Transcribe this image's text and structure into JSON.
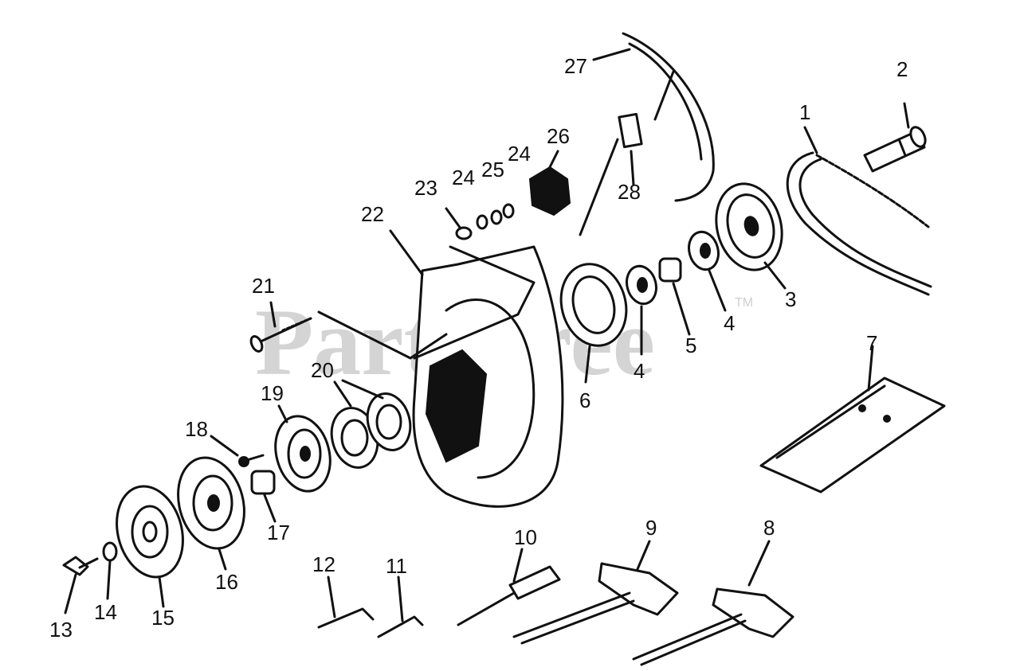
{
  "watermark": {
    "text": "PartsTree",
    "trademark": "TM"
  },
  "callouts": [
    {
      "id": "c1",
      "text": "1"
    },
    {
      "id": "c2",
      "text": "2"
    },
    {
      "id": "c3",
      "text": "3"
    },
    {
      "id": "c4a",
      "text": "4"
    },
    {
      "id": "c4b",
      "text": "4"
    },
    {
      "id": "c5",
      "text": "5"
    },
    {
      "id": "c6",
      "text": "6"
    },
    {
      "id": "c7",
      "text": "7"
    },
    {
      "id": "c8",
      "text": "8"
    },
    {
      "id": "c9",
      "text": "9"
    },
    {
      "id": "c10",
      "text": "10"
    },
    {
      "id": "c11",
      "text": "11"
    },
    {
      "id": "c12",
      "text": "12"
    },
    {
      "id": "c13",
      "text": "13"
    },
    {
      "id": "c14",
      "text": "14"
    },
    {
      "id": "c15",
      "text": "15"
    },
    {
      "id": "c16",
      "text": "16"
    },
    {
      "id": "c17",
      "text": "17"
    },
    {
      "id": "c18",
      "text": "18"
    },
    {
      "id": "c19",
      "text": "19"
    },
    {
      "id": "c20",
      "text": "20"
    },
    {
      "id": "c21",
      "text": "21"
    },
    {
      "id": "c22",
      "text": "22"
    },
    {
      "id": "c23",
      "text": "23"
    },
    {
      "id": "c24a",
      "text": "24"
    },
    {
      "id": "c24b",
      "text": "24"
    },
    {
      "id": "c25",
      "text": "25"
    },
    {
      "id": "c26",
      "text": "26"
    },
    {
      "id": "c27",
      "text": "27"
    },
    {
      "id": "c28",
      "text": "28"
    }
  ]
}
